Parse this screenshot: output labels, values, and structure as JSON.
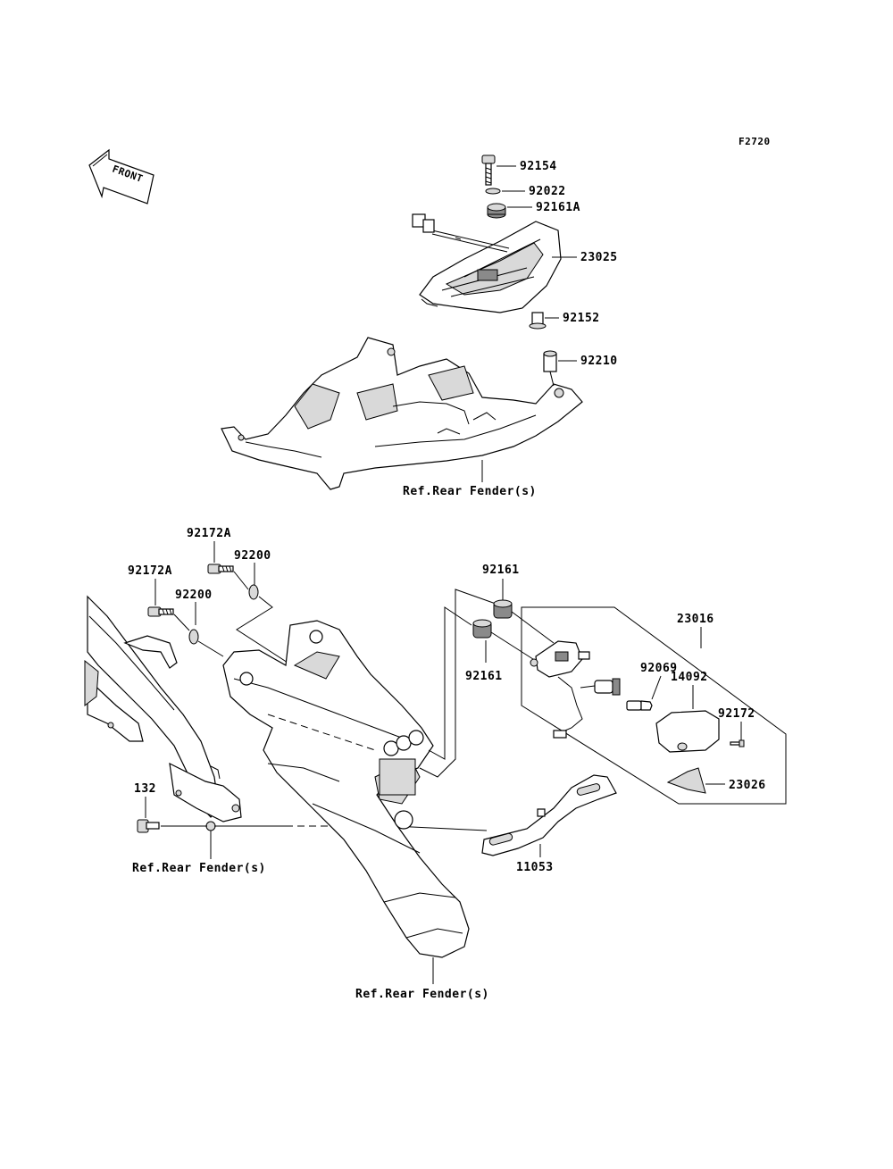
{
  "figure_code": "F2720",
  "front_arrow": {
    "text": "FRONT"
  },
  "callouts": {
    "p92154": "92154",
    "p92022": "92022",
    "p92161A": "92161A",
    "p23025": "23025",
    "p92152": "92152",
    "p92210": "92210",
    "ref_top": "Ref.Rear Fender(s)",
    "p92172A_top": "92172A",
    "p92200_top": "92200",
    "p92172A_left": "92172A",
    "p92200_left": "92200",
    "p92161_top": "92161",
    "p92161_bottom": "92161",
    "p23016": "23016",
    "p92069": "92069",
    "p14092": "14092",
    "p92172": "92172",
    "p23026": "23026",
    "p132": "132",
    "ref_left": "Ref.Rear Fender(s)",
    "p11053": "11053",
    "ref_bottom": "Ref.Rear Fender(s)"
  },
  "icons": [
    "front-arrow-icon",
    "bolt-icon",
    "washer-icon",
    "grommet-icon",
    "tail-lamp-icon",
    "collar-icon",
    "bulb-icon",
    "lens-icon",
    "bracket-icon",
    "fender-icon"
  ]
}
